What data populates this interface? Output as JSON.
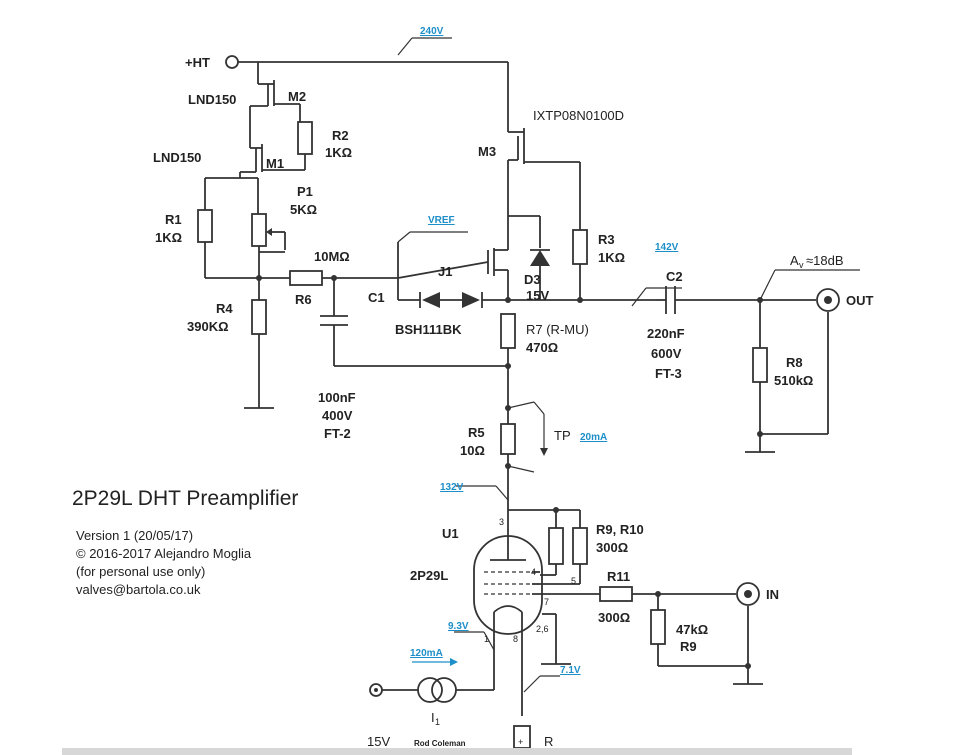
{
  "title": "2P29L DHT Preamplifier",
  "info": {
    "version": "Version 1 (20/05/17)",
    "copyright": "© 2016-2017 Alejandro Moglia",
    "usage": "(for personal use only)",
    "email": "valves@bartola.co.uk"
  },
  "voltages": {
    "v240": "240V",
    "vref": "VREF",
    "v142": "142V",
    "v132": "132V",
    "v9_3": "9.3V",
    "v7_1": "7.1V",
    "i120": "120mA",
    "i20": "20mA"
  },
  "labels": {
    "ht": "+HT",
    "lnd1": "LND150",
    "m2": "M2",
    "r2": "R2",
    "r2v": "1KΩ",
    "lnd2": "LND150",
    "m1": "M1",
    "p1": "P1",
    "p1v": "5KΩ",
    "r1": "R1",
    "r1v": "1KΩ",
    "r6v": "10MΩ",
    "r6": "R6",
    "c1": "C1",
    "r4": "R4",
    "r4v": "390KΩ",
    "c1v1": "100nF",
    "c1v2": "400V",
    "c1v3": "FT-2",
    "m3part": "IXTP08N0100D",
    "m3": "M3",
    "j1": "J1",
    "bsh": "BSH111BK",
    "d3": "D3",
    "d3v": "15V",
    "r3": "R3",
    "r3v": "1KΩ",
    "r7": "R7 (R-MU)",
    "r7v": "470Ω",
    "c2": "C2",
    "c2v1": "220nF",
    "c2v2": "600V",
    "c2v3": "FT-3",
    "gain": "A",
    "gain_sub": "v",
    "gain_v": "≈18dB",
    "out": "OUT",
    "r8": "R8",
    "r8v": "510kΩ",
    "r5": "R5",
    "r5v": "10Ω",
    "tp": "TP",
    "u1": "U1",
    "tube": "2P29L",
    "r9r10": "R9, R10",
    "r9r10v": "300Ω",
    "r11": "R11",
    "r11v": "300Ω",
    "in": "IN",
    "r9v": "47kΩ",
    "r9": "R9",
    "src": "15V",
    "isrc": "I",
    "isrc_sub": "1",
    "rod": "Rod Coleman",
    "rf": "R"
  },
  "pins": {
    "p1": "1",
    "p3": "3",
    "p4": "4",
    "p5": "5",
    "p7": "7",
    "p8": "8",
    "p26": "2,6"
  }
}
